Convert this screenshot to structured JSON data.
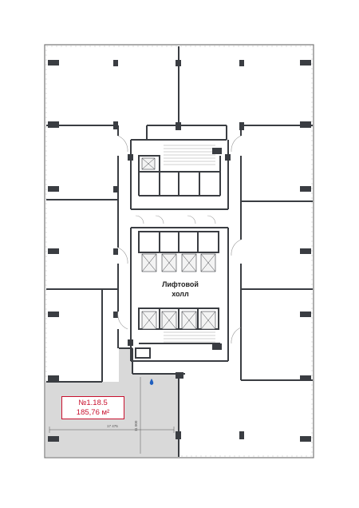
{
  "unit": {
    "number": "№1.18.5",
    "area": "185,76 м²"
  },
  "hall": {
    "line1": "Лифтовой",
    "line2": "холл"
  },
  "dimensions": {
    "width": "17 475",
    "depth": "11 000"
  },
  "colors": {
    "wall": "#3a3d42",
    "highlight": "#d9d9d9",
    "accent": "#c8102e",
    "marker": "#1f5fbf"
  }
}
